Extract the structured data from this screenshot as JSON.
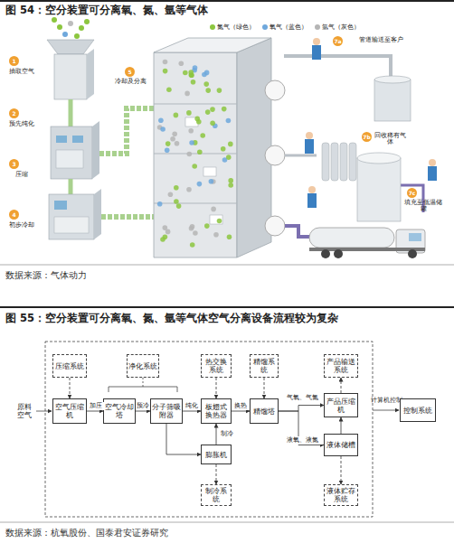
{
  "diagram": {
    "title": "图 54：空分装置可分离氧、氮、氩等气体",
    "nodes": [
      {
        "text": [
          "压缩系统"
        ]
      },
      {
        "text": [
          "净化系统"
        ]
      },
      {
        "text": [
          "热交换系统"
        ]
      },
      {
        "text": [
          "精馏系统"
        ]
      },
      {
        "text": [
          "产品输送系统"
        ]
      },
      {
        "text": [
          "空气压缩机"
        ]
      },
      {
        "text": [
          "空气冷却塔"
        ]
      },
      {
        "text": [
          "分子筛吸附器"
        ]
      },
      {
        "text": [
          "板翅式换热器"
        ]
      },
      {
        "text": [
          "精馏塔"
        ]
      },
      {
        "text": [
          "产品压缩机"
        ]
      },
      {
        "text": [
          "控制系统"
        ]
      },
      {
        "text": [
          "膨胀机"
        ]
      },
      {
        "text": [
          "液体储槽"
        ]
      },
      {
        "text": [
          "制冷系统"
        ]
      },
      {
        "text": [
          "液体贮存系统"
        ]
      }
    ],
    "edges": [
      {
        "from": 0,
        "to": 5,
        "arrow": "to"
      },
      {
        "from": 5,
        "to": 6,
        "label": "加压",
        "arrow": "to"
      },
      {
        "from": 6,
        "to": 7,
        "label": "预冷",
        "arrow": "to"
      },
      {
        "from": 7,
        "to": 8,
        "label": "纯化",
        "arrow": "to"
      },
      {
        "from": 2,
        "to": 8,
        "arrow": "to"
      },
      {
        "from": 7,
        "to": 12,
        "arrow": "to"
      },
      {
        "from": 12,
        "to": 8,
        "label": "制冷",
        "arrow": "to"
      },
      {
        "from": 12,
        "to": 14,
        "arrow": "to"
      },
      {
        "from": 8,
        "to": 9,
        "label": "换热",
        "arrow": "to"
      },
      {
        "from": 3,
        "to": 9,
        "arrow": "to"
      },
      {
        "from": 9,
        "to": 10,
        "label": "气氧、气氮",
        "arrow": "to"
      },
      {
        "from": 9,
        "to": 13,
        "label": "液氧、液氮",
        "arrow": "to"
      },
      {
        "from": 10,
        "to": 4,
        "arrow": "to"
      },
      {
        "from": 13,
        "to": 10,
        "arrow": "to"
      },
      {
        "from": 13,
        "to": 15,
        "arrow": "to"
      }
    ],
    "labels": [
      "1",
      "抽取空气",
      "2",
      "预先纯化",
      "3",
      "压缩",
      "4",
      "初步冷却",
      "5",
      "冷却及分离",
      "7a",
      "管道输送至客户",
      "7b",
      "回收稀有气体",
      "7c",
      "填充至低温储罐",
      "数据来源：气体动力",
      "图 55：空分装置可分离氧、氮、氩等气体空气分离设备流程较为复杂",
      "原料空气",
      "计算机控制",
      "数据来源：杭氧股份、国泰君安证券研究"
    ],
    "legend": [
      {
        "text": "氮气（绿色）",
        "color": "#8cc63f"
      },
      {
        "text": "氧气（蓝色）",
        "color": "#6fa8dc"
      },
      {
        "text": "氩气（灰色）",
        "color": "#b5b5b5"
      }
    ]
  }
}
